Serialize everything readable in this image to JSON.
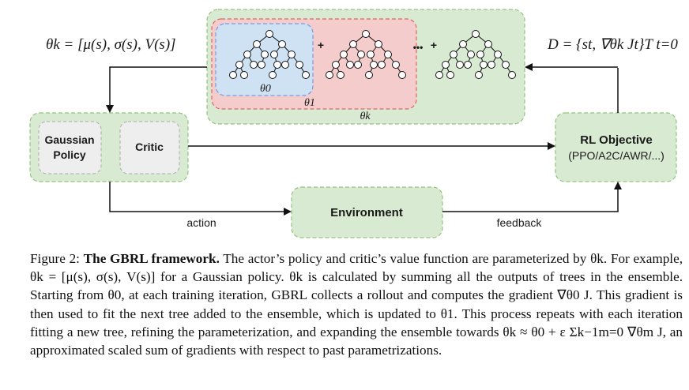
{
  "formulas": {
    "theta_k_def": "θk = [μ(s), σ(s), V(s)]",
    "dataset": "D = {st, ∇θk Jt}T t=0"
  },
  "trees": {
    "plus_1": "+",
    "plus_2": "+",
    "dots": "•••",
    "label_theta0": "θ0",
    "label_theta1": "θ1",
    "label_thetak": "θk"
  },
  "actor_critic": {
    "gaussian_policy_line1": "Gaussian",
    "gaussian_policy_line2": "Policy",
    "critic": "Critic"
  },
  "rl_objective": {
    "title": "RL Objective",
    "subtitle": "(PPO/A2C/AWR/...)"
  },
  "environment": {
    "title": "Environment"
  },
  "edges": {
    "action": "action",
    "feedback": "feedback"
  },
  "caption": {
    "label": "Figure 2:",
    "title": "The GBRL framework.",
    "body": "The actor’s policy and critic’s value function are parameterized by θk. For example, θk = [μ(s), σ(s), V(s)] for a Gaussian policy. θk is calculated by summing all the outputs of trees in the ensemble. Starting from θ0, at each training iteration, GBRL collects a rollout and computes the gradient ∇θ0 J. This gradient is then used to fit the next tree added to the ensemble, which is updated to θ1. This process repeats with each iteration fitting a new tree, refining the parameterization, and expanding the ensemble towards θk ≈ θ0 + ε Σk−1m=0 ∇θm J, an approximated scaled sum of gradients with respect to past parametrizations."
  },
  "colors": {
    "green_fill": "#d9ead3",
    "green_stroke": "#93c47d",
    "red_fill": "#f4cccc",
    "red_stroke": "#e06666",
    "blue_fill": "#cfe2f3",
    "blue_stroke": "#6d9eeb",
    "grey_fill": "#eeeeee"
  }
}
